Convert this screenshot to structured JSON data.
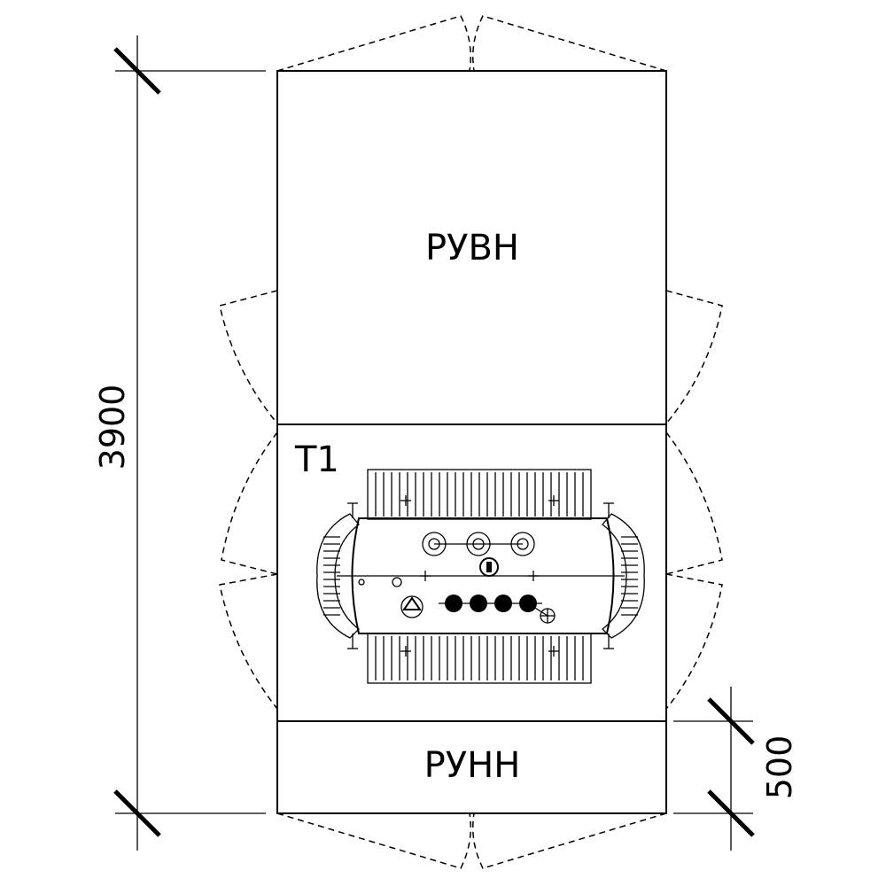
{
  "sections": {
    "hv": "РУВН",
    "transformer": "Т1",
    "lv": "РУНН"
  },
  "dimensions": {
    "height_total": "3900",
    "lv_section": "500"
  }
}
